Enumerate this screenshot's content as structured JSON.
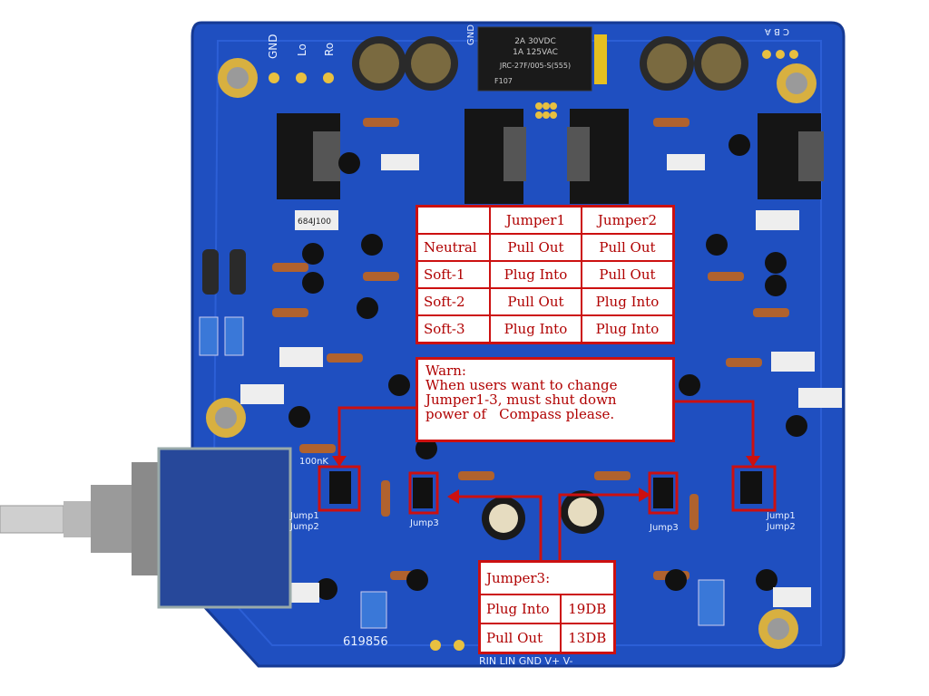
{
  "board": {
    "silkscreen": {
      "gnd_left": "GND",
      "lo": "Lo",
      "ro": "Ro",
      "gnd_top": "GND",
      "serial": "619856",
      "bottom_pins": "RIN LIN GND V+  V-",
      "cba": "C B A",
      "jump_left": "Jump1",
      "jump_left2": "Jump2",
      "jump_right": "Jump1",
      "jump_right2": "Jump2",
      "jump3_left": "Jump3",
      "jump3_right": "Jump3",
      "cap_code": "684J100",
      "cap_100nk": "100nK"
    },
    "relay": {
      "line1": "2A 30VDC",
      "line2": "1A 125VAC",
      "line3": "JRC-27F/005-S(555)",
      "line4": "F107"
    }
  },
  "jumper_table": {
    "headers": [
      "",
      "Jumper1",
      "Jumper2"
    ],
    "rows": [
      [
        "Neutral",
        "Pull Out",
        "Pull Out"
      ],
      [
        "Soft-1",
        "Plug Into",
        "Pull Out"
      ],
      [
        "Soft-2",
        "Pull Out",
        "Plug Into"
      ],
      [
        "Soft-3",
        "Plug Into",
        "Plug Into"
      ]
    ]
  },
  "warning": {
    "line1": "Warn:",
    "line2": "When users want to change",
    "line3": "Jumper1-3, must shut down",
    "line4": "power of   Compass please."
  },
  "gain_table": {
    "title": "Jumper3:",
    "rows": [
      [
        "Plug Into",
        "19DB"
      ],
      [
        "Pull Out",
        "13DB"
      ]
    ]
  },
  "colors": {
    "pcb_blue": "#1f4fc0",
    "annotation_red": "#cc1010",
    "gold_pad": "#d8b040"
  }
}
